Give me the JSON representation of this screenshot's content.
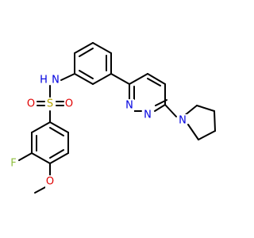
{
  "molecule": {
    "atom_labels": [
      {
        "key": "F",
        "text": "F",
        "color": "#8fbf3f"
      },
      {
        "key": "O_methoxy",
        "text": "O",
        "color": "#e00000"
      },
      {
        "key": "S",
        "text": "S",
        "color": "#b5a400"
      },
      {
        "key": "O_sulfonyl_left",
        "text": "O",
        "color": "#e00000"
      },
      {
        "key": "O_sulfonyl_right",
        "text": "O",
        "color": "#e00000"
      },
      {
        "key": "NH",
        "text": "N",
        "color": "#0000e0"
      },
      {
        "key": "H",
        "text": "H",
        "color": "#0000e0"
      },
      {
        "key": "N_pyridazine_1",
        "text": "N",
        "color": "#0000e0"
      },
      {
        "key": "N_pyridazine_2",
        "text": "N",
        "color": "#0000e0"
      },
      {
        "key": "N_pyrrolidine",
        "text": "N",
        "color": "#0000e0"
      }
    ]
  }
}
